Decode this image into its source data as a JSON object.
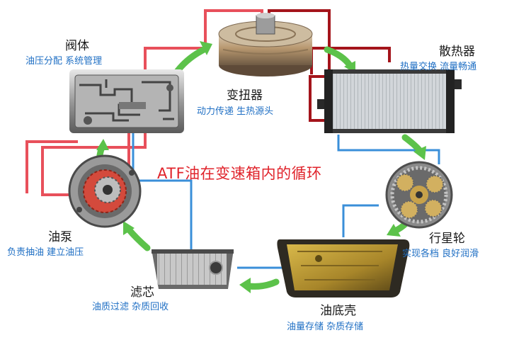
{
  "center_title": "ATF油在变速箱内的循环",
  "components": {
    "valve_body": {
      "name": "阀体",
      "desc": "油压分配 系统管理"
    },
    "torque_converter": {
      "name": "变扭器",
      "desc": "动力传递 生热源头"
    },
    "radiator": {
      "name": "散热器",
      "desc": "热量交换 流量畅通"
    },
    "planetary_gear": {
      "name": "行星轮",
      "desc": "实现各档 良好润滑"
    },
    "oil_pan": {
      "name": "油底壳",
      "desc": "油量存储 杂质存储"
    },
    "filter": {
      "name": "滤芯",
      "desc": "油质过滤 杂质回收"
    },
    "oil_pump": {
      "name": "油泵",
      "desc": "负责抽油 建立油压"
    }
  },
  "colors": {
    "hot_line": "#e8505b",
    "dark_hot_line": "#a4141b",
    "cool_line": "#3a8fd9",
    "flow_arrow": "#5cc24a",
    "label_blue": "#1f6fc4",
    "title_red": "#e0232b"
  }
}
